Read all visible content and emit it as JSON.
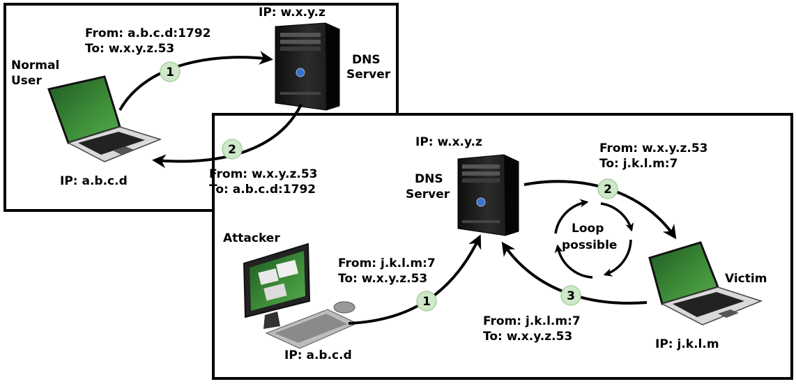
{
  "top_scenario": {
    "server_ip": "IP: w.x.y.z",
    "server_label_line1": "DNS",
    "server_label_line2": "Server",
    "user_label_line1": "Normal",
    "user_label_line2": "User",
    "user_ip": "IP: a.b.c.d",
    "query": {
      "step": "1",
      "from": "From: a.b.c.d:1792",
      "to": "To: w.x.y.z.53"
    },
    "response": {
      "step": "2",
      "from": "From: w.x.y.z.53",
      "to": "To: a.b.c.d:1792"
    }
  },
  "bottom_scenario": {
    "server_ip": "IP: w.x.y.z",
    "server_label_line1": "DNS",
    "server_label_line2": "Server",
    "attacker_label": "Attacker",
    "attacker_ip": "IP: a.b.c.d",
    "victim_label": "Victim",
    "victim_ip": "IP: j.k.l.m",
    "step1": {
      "step": "1",
      "from": "From: j.k.l.m:7",
      "to": "To: w.x.y.z.53"
    },
    "step2": {
      "step": "2",
      "from": "From: w.x.y.z.53",
      "to": "To: j.k.l.m:7"
    },
    "step3": {
      "step": "3",
      "from": "From: j.k.l.m:7",
      "to": "To: w.x.y.z.53"
    },
    "loop_line1": "Loop",
    "loop_line2": "possible"
  },
  "colors": {
    "badge_fill": "#cfe8c9",
    "badge_stroke": "#a9cfa1",
    "screen_green": "#3f8f3a",
    "outline": "#000000"
  }
}
